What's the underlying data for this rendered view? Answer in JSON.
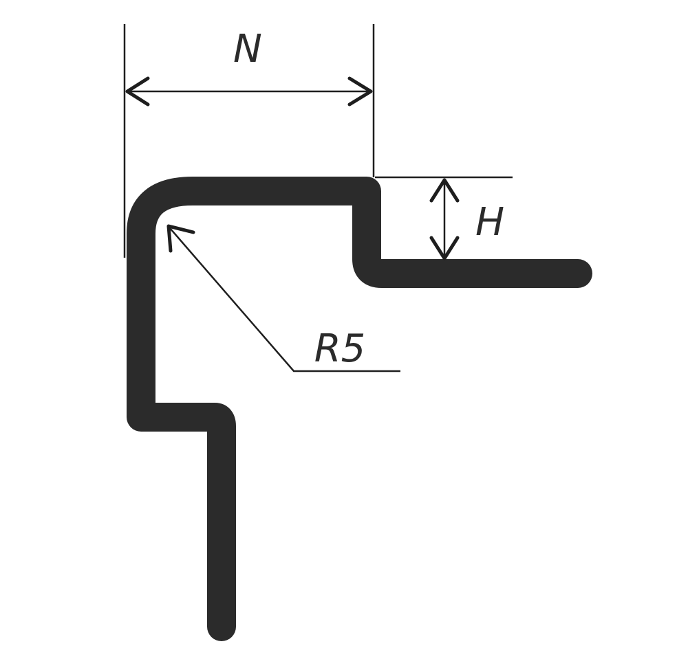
{
  "labels": {
    "width_dimension": "N",
    "height_dimension": "H",
    "radius_callout": "R5"
  },
  "colors": {
    "profile": "#2b2b2b",
    "lines": "#1e1e1e",
    "text": "#2b2b2b",
    "background": "#ffffff"
  }
}
